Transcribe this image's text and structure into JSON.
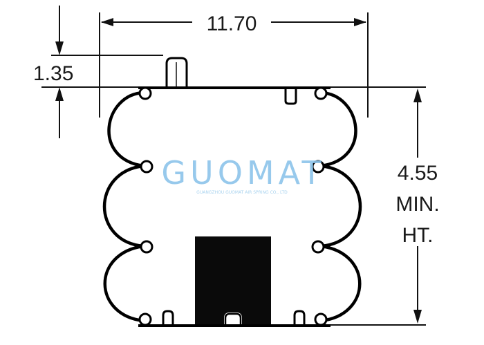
{
  "dimensions": {
    "width": "11.70",
    "thread": "1.35",
    "height_value": "4.55",
    "height_line2": "MIN.",
    "height_line3": "HT."
  },
  "watermark": {
    "brand": "GUOMAT",
    "subtitle": "GUANGZHOU GUOMAT AIR SPRING CO., LTD"
  },
  "colors": {
    "line": "#111111",
    "watermark": "#8cc4ea"
  }
}
